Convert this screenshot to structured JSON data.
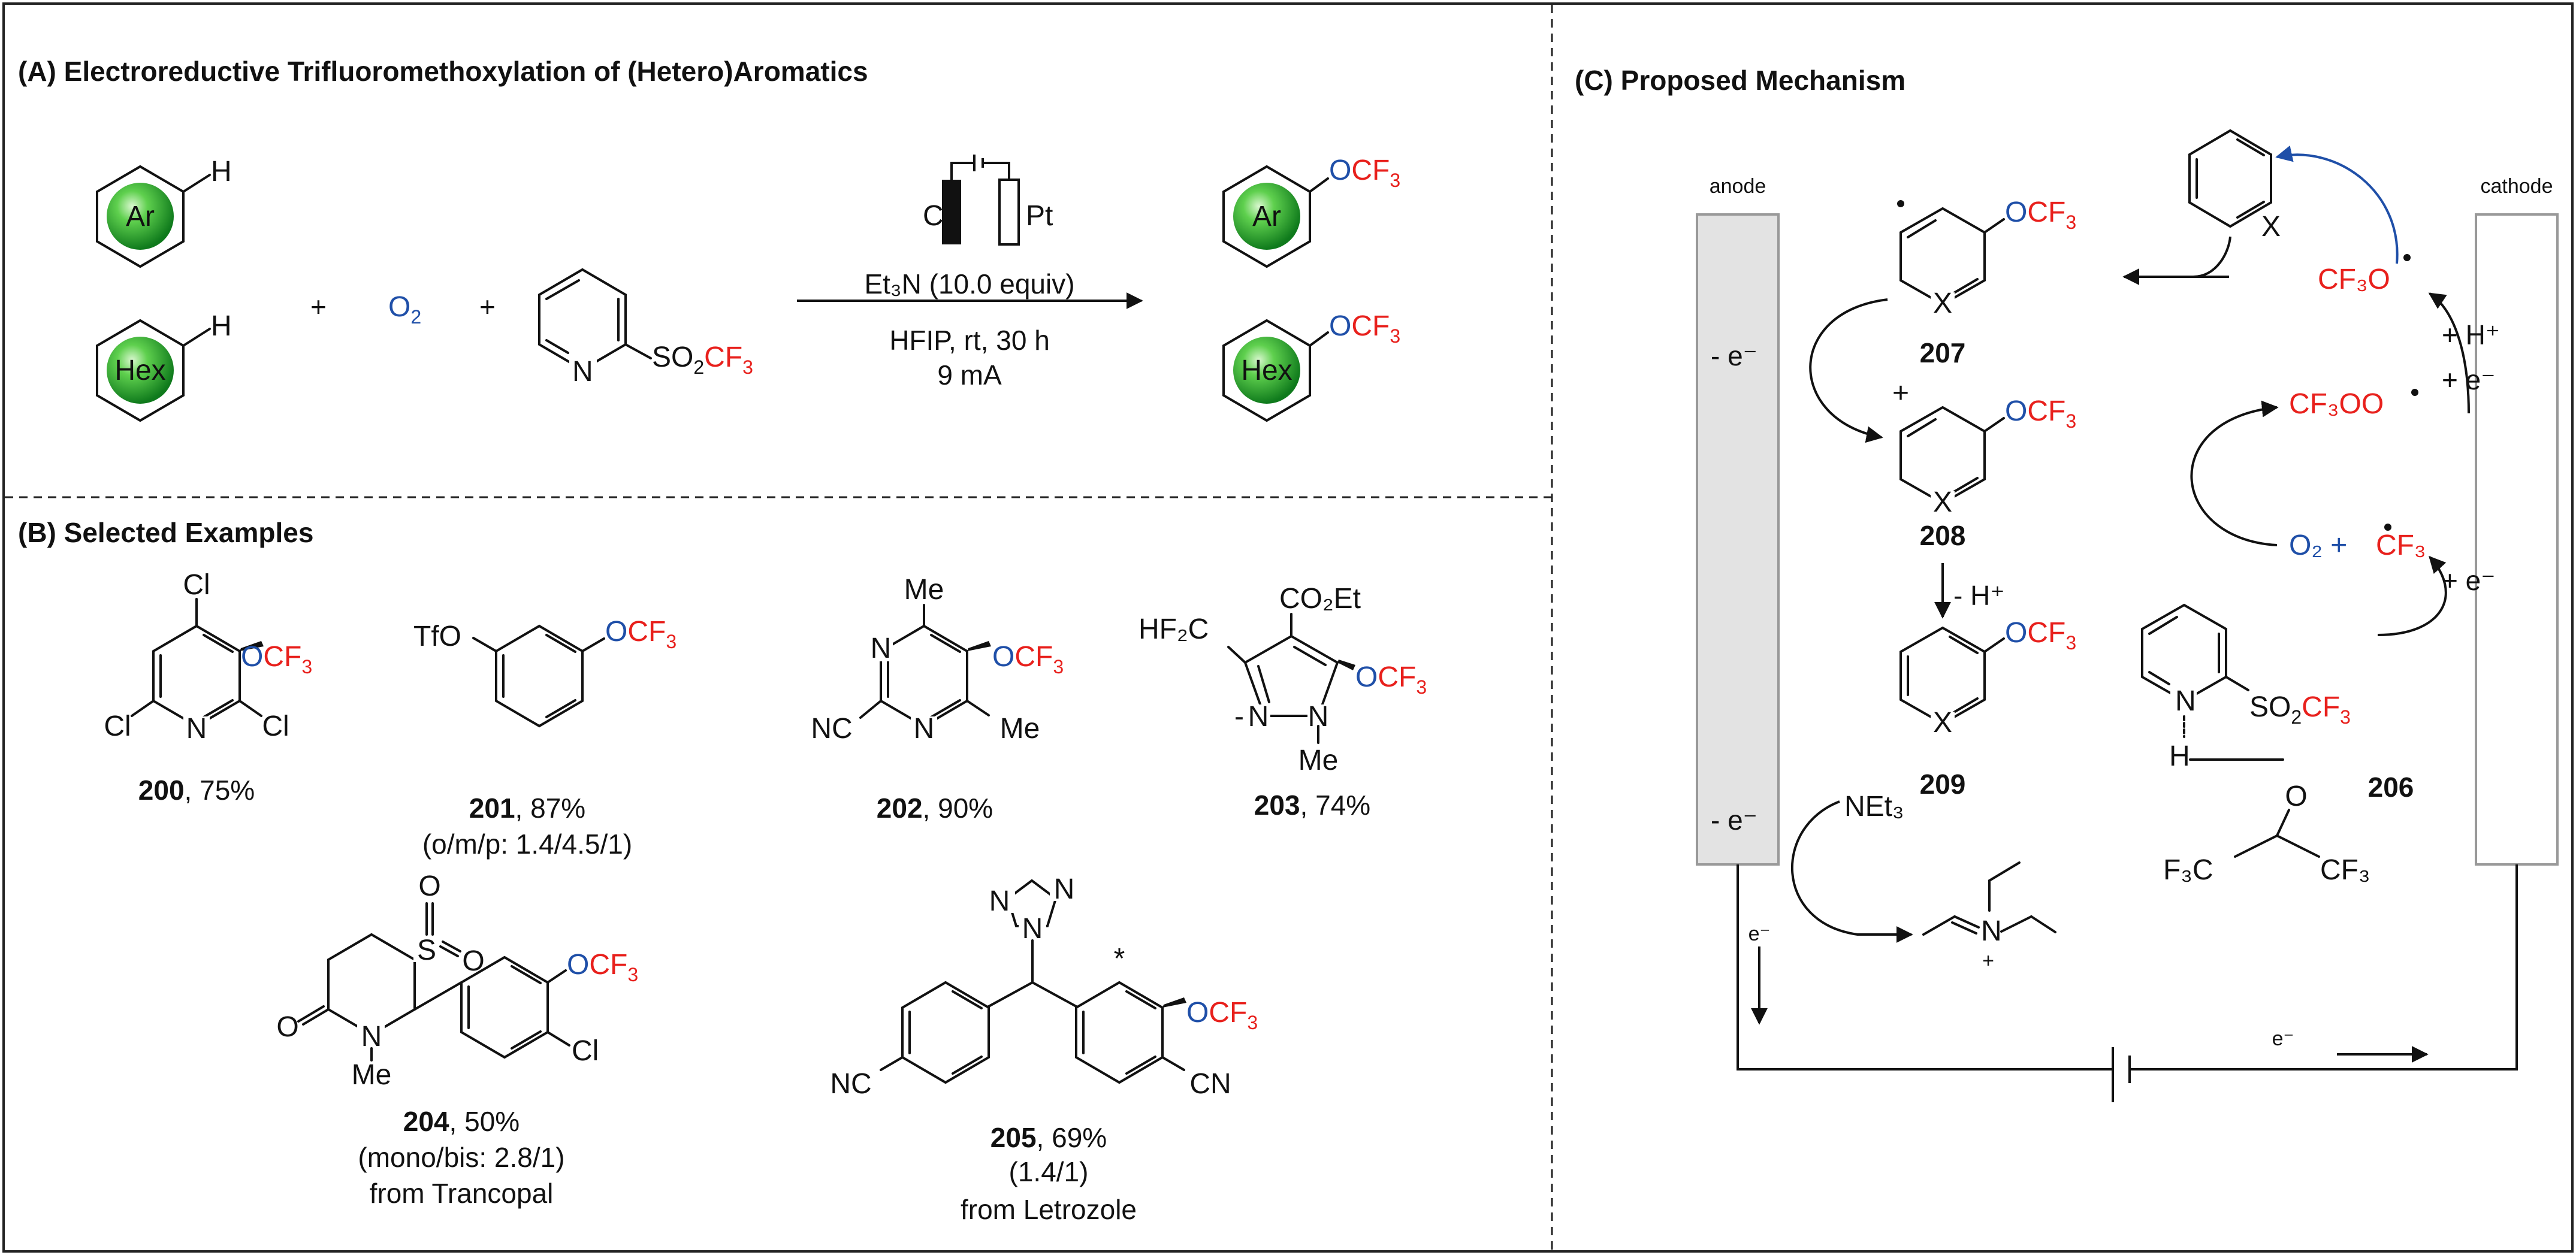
{
  "panelA": {
    "title": "(A) Electroreductive Trifluoromethoxylation of (Hetero)Aromatics",
    "reactant_ar": "Ar",
    "reactant_hex": "Hex",
    "h": "H",
    "plus": "+",
    "o2_main": "O",
    "o2_sub": "2",
    "reagent_n": "N",
    "reagent_so2": "SO",
    "reagent_so2_sub": "2",
    "reagent_cf3": "CF",
    "reagent_cf3_sub": "3",
    "cell_c": "C",
    "cell_pt": "Pt",
    "cond1": "Et₃N (10.0 equiv)",
    "cond2": "HFIP,  rt, 30 h",
    "cond3": "9 mA",
    "product_o": "O",
    "product_cf3": "CF",
    "product_cf3_sub": "3"
  },
  "panelB": {
    "title": "(B) Selected Examples",
    "c200": {
      "num": "200",
      "yield": ", 75%"
    },
    "c201": {
      "num": "201",
      "yield": ", 87%",
      "note": "(o/m/p: 1.4/4.5/1)"
    },
    "c202": {
      "num": "202",
      "yield": ", 90%"
    },
    "c203": {
      "num": "203",
      "yield": ", 74%"
    },
    "c204": {
      "num": "204",
      "yield": ", 50%",
      "note": "(mono/bis: 2.8/1)",
      "source": "from Trancopal"
    },
    "c205": {
      "num": "205",
      "yield": ", 69%",
      "note": "(1.4/1)",
      "source": "from Letrozole"
    },
    "labels": {
      "cl": "Cl",
      "n": "N",
      "tfo": "TfO",
      "me": "Me",
      "nc": "NC",
      "cn": "CN",
      "hf2c": "HF₂C",
      "co2et": "CO₂Et",
      "s": "S",
      "o": "O",
      "star": "*"
    }
  },
  "panelC": {
    "title": "(C) Proposed Mechanism",
    "anode": "anode",
    "cathode": "cathode",
    "c207": "207",
    "c208": "208",
    "c209": "209",
    "c206": "206",
    "x": "X",
    "minus_e": "- e⁻",
    "minus_h": "- H⁺",
    "plus_h": "+ H⁺",
    "plus_e": "+ e⁻",
    "net3": "NEt₃",
    "e_minus": "e⁻",
    "cf3o_radical": "CF₃O",
    "cf3oo_radical": "CF₃OO",
    "cf3_radical": "CF₃",
    "o2": "O₂ +",
    "f3c": "F₃C",
    "cf3": "CF₃",
    "h": "H",
    "n_plus": "N"
  },
  "colors": {
    "oxygen_blue": "#1f4fa8",
    "cf3_red": "#e8201c",
    "sphere_green": "#1e9e2f"
  }
}
